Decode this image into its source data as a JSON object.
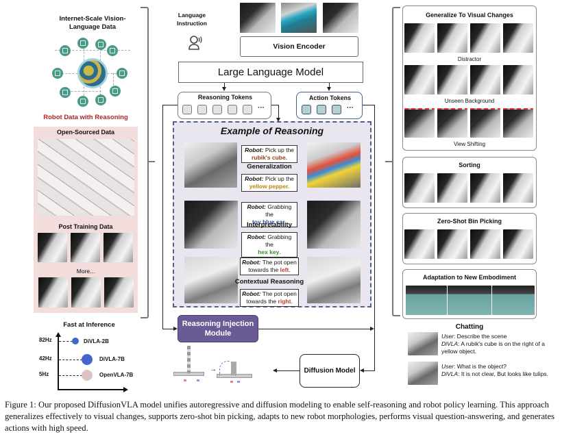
{
  "left": {
    "internet_title": "Internet-Scale Vision-Language Data",
    "robot_data_title": "Robot Data with Reasoning",
    "robot_data_color": "#b22222",
    "open_sourced_title": "Open-Sourced Data",
    "post_training_title": "Post Training Data",
    "more_label": "More...",
    "fast_inference": {
      "title": "Fast at Inference",
      "points": [
        {
          "freq": "82Hz",
          "model": "DiVLA-2B",
          "color": "#4466cc"
        },
        {
          "freq": "42Hz",
          "model": "DiVLA-7B",
          "color": "#4466cc"
        },
        {
          "freq": "5Hz",
          "model": "OpenVLA-7B",
          "color": "#dcc4c4"
        }
      ]
    }
  },
  "center": {
    "language_instruction": "Language Instruction",
    "vision_encoder": "Vision Encoder",
    "llm": "Large Language Model",
    "reasoning_tokens": "Reasoning Tokens",
    "action_tokens": "Action Tokens",
    "ellipsis": "···",
    "example_title": "Example of Reasoning",
    "examples": [
      {
        "category": "Generalization",
        "top": {
          "robot": "Robot:",
          "pre": "Pick up the",
          "hl": "rubik's cube.",
          "post": "",
          "color": "#8b4513"
        },
        "bottom": {
          "robot": "Robot:",
          "pre": "Pick up the",
          "hl": "yellow pepper.",
          "post": "",
          "color": "#b8860b"
        }
      },
      {
        "category": "Interpretability",
        "top": {
          "robot": "Robot:",
          "pre": "Grabbing the",
          "hl": "toy blue car",
          "post": ".",
          "color": "#2a4d9b"
        },
        "bottom": {
          "robot": "Robot:",
          "pre": "Grabbing the",
          "hl": "hex key",
          "post": ".",
          "color": "#3d8b2f"
        }
      },
      {
        "category": "Contextual Reasoning",
        "top": {
          "robot": "Robot:",
          "pre": "The pot open towards the",
          "hl": "left",
          "post": ".",
          "color": "#c0392b"
        },
        "bottom": {
          "robot": "Robot:",
          "pre": "The pot open towards the",
          "hl": "right",
          "post": ".",
          "color": "#c0392b"
        }
      }
    ],
    "reasoning_injection": "Reasoning Injection Module",
    "diffusion_model": "Diffusion Model",
    "colors": {
      "reasoning_token": "#e6e2e0",
      "action_token": "#b7cfd2",
      "action_border": "#44628a",
      "panel_border": "#4f5e8c",
      "rim_fill": "#6b5b95"
    }
  },
  "right": {
    "visual_changes": {
      "title": "Generalize To Visual Changes",
      "rows": [
        "Distractor",
        "Unseen Background",
        "View Shifting"
      ]
    },
    "sorting": "Sorting",
    "bin_picking": "Zero-Shot Bin Picking",
    "embodiment": "Adaptation to New Embodiment",
    "chatting": {
      "title": "Chatting",
      "items": [
        {
          "user_label": "User",
          "user_text": ": Describe the scene",
          "model_label": "DiVLA",
          "model_text": ": A rubik's cube is on the right of a yellow object."
        },
        {
          "user_label": "User",
          "user_text": ": What is the object?",
          "model_label": "DiVLA",
          "model_text": ": It is not clear, But looks like tulips."
        }
      ]
    }
  },
  "caption": "Figure 1: Our proposed DiffusionVLA model unifies autoregressive and diffusion modeling to enable self-reasoning and robot policy learning. This approach generalizes effectively to visual changes, supports zero-shot bin picking, adapts to new robot morphologies, performs visual question-answering, and generates actions with high speed."
}
